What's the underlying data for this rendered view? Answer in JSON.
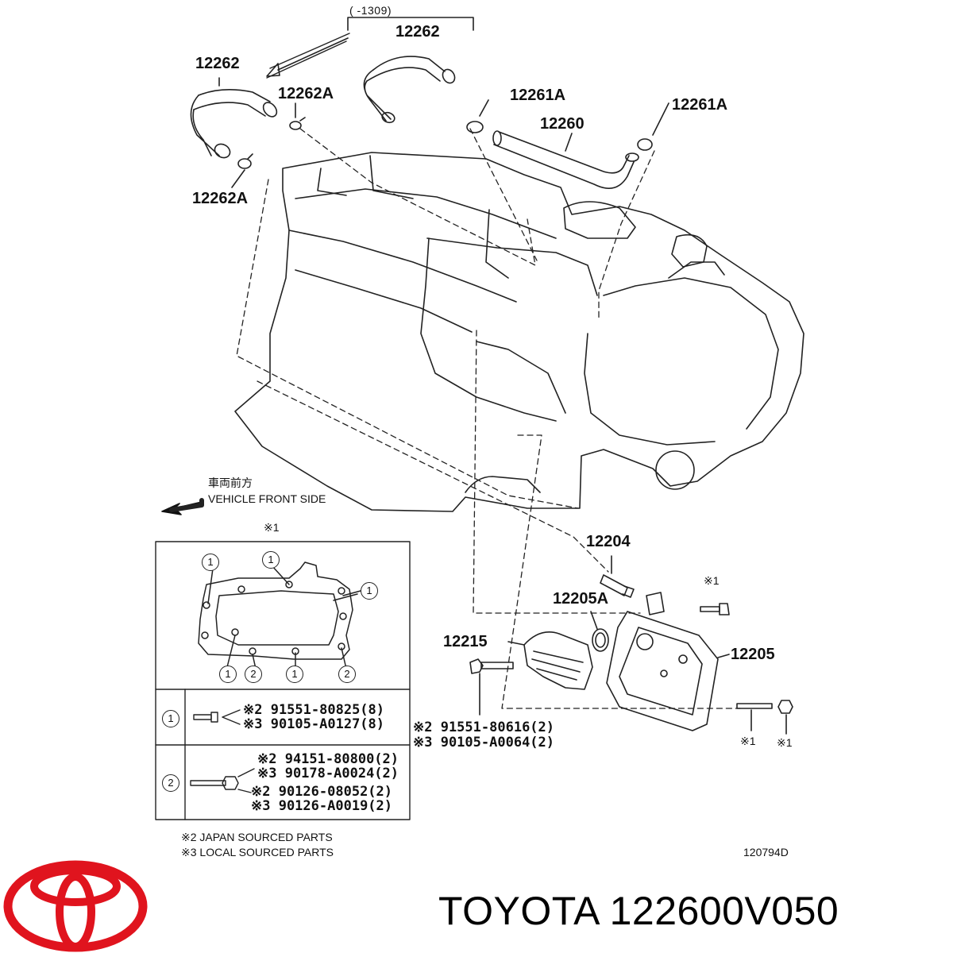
{
  "title_range": "(      -1309)",
  "part_labels": {
    "p12262_top": "12262",
    "p12262_left": "12262",
    "p12262A_upper": "12262A",
    "p12262A_lower": "12262A",
    "p12261A_left": "12261A",
    "p12261A_right": "12261A",
    "p12260": "12260",
    "p12204": "12204",
    "p12205A": "12205A",
    "p12215": "12215",
    "p12205": "12205"
  },
  "direction": {
    "jp": "車両前方",
    "en": "VEHICLE FRONT SIDE"
  },
  "markers": {
    "box_note": "※1",
    "bolt_note": "※1",
    "stud_note": "※1",
    "nut_note": "※1"
  },
  "gasket_callouts": {
    "one": "1",
    "two": "2"
  },
  "table": {
    "row1": {
      "index": "1",
      "lines": [
        "※2 91551-80825(8)",
        "※3 90105-A0127(8)"
      ]
    },
    "row2": {
      "index": "2",
      "lines": [
        "※2 94151-80800(2)",
        "※3 90178-A0024(2)",
        "※2 90126-08052(2)",
        "※3 90126-A0019(2)"
      ]
    }
  },
  "bolt_parts": [
    "※2 91551-80616(2)",
    "※3 90105-A0064(2)"
  ],
  "footnotes": [
    "※2 JAPAN SOURCED PARTS",
    "※3 LOCAL SOURCED PARTS"
  ],
  "illustration_code": "120794D",
  "brand_line": "TOYOTA 122600V050",
  "colors": {
    "logo": "#e0141e",
    "ink": "#111111"
  },
  "icons": [
    "toyota-logo-icon",
    "direction-arrow-icon"
  ]
}
